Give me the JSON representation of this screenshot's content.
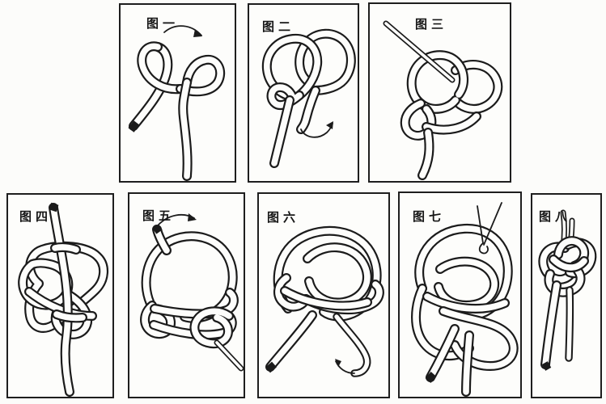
{
  "page": {
    "kind": "knot-tying instruction sheet",
    "panel_count": 8,
    "colors": {
      "ink": "#1b1b1b",
      "paper": "#fcfcfa",
      "rope_fill": "#fdfdfb"
    }
  },
  "figures": [
    {
      "id": "fig-1",
      "label": "图一",
      "arrow_icon": "curved-arrow-right"
    },
    {
      "id": "fig-2",
      "label": "图二",
      "arrow_icon": "curved-arrow-up-right"
    },
    {
      "id": "fig-3",
      "label": "图三",
      "arrow_icon": null
    },
    {
      "id": "fig-4",
      "label": "图四",
      "arrow_icon": null
    },
    {
      "id": "fig-5",
      "label": "图五",
      "arrow_icon": "curved-arrow-right"
    },
    {
      "id": "fig-6",
      "label": "图六",
      "arrow_icon": "curved-arrow-up-left"
    },
    {
      "id": "fig-7",
      "label": "图七",
      "arrow_icon": null
    },
    {
      "id": "fig-8",
      "label": "图八",
      "arrow_icon": null
    }
  ]
}
